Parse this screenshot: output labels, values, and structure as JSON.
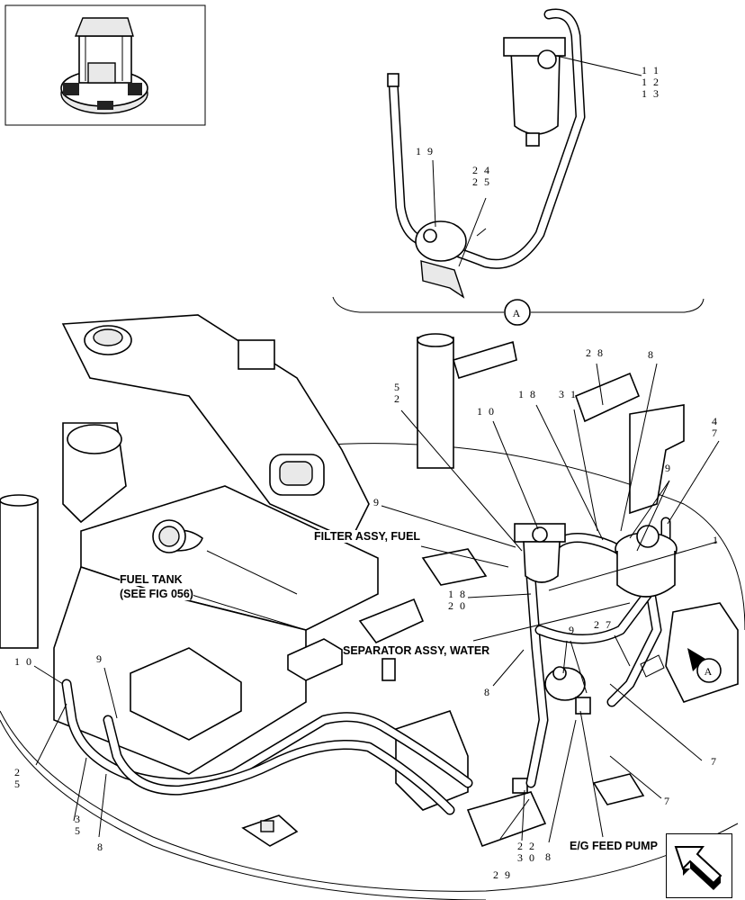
{
  "callouts": [
    {
      "id": "c11",
      "lines": [
        "11",
        "12",
        "13"
      ]
    },
    {
      "id": "c19",
      "lines": [
        "19"
      ]
    },
    {
      "id": "c24",
      "lines": [
        "24",
        "25"
      ]
    },
    {
      "id": "c28",
      "lines": [
        "28"
      ]
    },
    {
      "id": "c8a",
      "lines": [
        "8"
      ]
    },
    {
      "id": "c52",
      "lines": [
        "5",
        "2"
      ]
    },
    {
      "id": "c18a",
      "lines": [
        "18"
      ]
    },
    {
      "id": "c31",
      "lines": [
        "31"
      ]
    },
    {
      "id": "c10a",
      "lines": [
        "10"
      ]
    },
    {
      "id": "c47",
      "lines": [
        "4",
        "7"
      ]
    },
    {
      "id": "c9a",
      "lines": [
        "9"
      ]
    },
    {
      "id": "c9b",
      "lines": [
        "9"
      ]
    },
    {
      "id": "c1",
      "lines": [
        "1"
      ]
    },
    {
      "id": "c1820",
      "lines": [
        "18",
        "20"
      ]
    },
    {
      "id": "c27",
      "lines": [
        "27"
      ]
    },
    {
      "id": "c9c",
      "lines": [
        "9"
      ]
    },
    {
      "id": "c8b",
      "lines": [
        "8"
      ]
    },
    {
      "id": "c10b",
      "lines": [
        "10"
      ]
    },
    {
      "id": "c9d",
      "lines": [
        "9"
      ]
    },
    {
      "id": "c7a",
      "lines": [
        "7"
      ]
    },
    {
      "id": "c7b",
      "lines": [
        "7"
      ]
    },
    {
      "id": "c25",
      "lines": [
        "2",
        "5"
      ]
    },
    {
      "id": "c35",
      "lines": [
        "3",
        "5"
      ]
    },
    {
      "id": "c8c",
      "lines": [
        "8"
      ]
    },
    {
      "id": "c29",
      "lines": [
        "29"
      ]
    },
    {
      "id": "c2230",
      "lines": [
        "22",
        "30"
      ]
    },
    {
      "id": "c8d",
      "lines": [
        "8"
      ]
    }
  ],
  "labels": {
    "filter_assy": "FILTER ASSY, FUEL",
    "fuel_tank_1": "FUEL TANK",
    "fuel_tank_2": "(SEE FIG 056)",
    "separator_assy": "SEPARATOR ASSY, WATER",
    "feed_pump": "E/G FEED PUMP",
    "detail_a": "A",
    "view_a": "A"
  },
  "icons": {
    "thumbnail": "machine-overview-thumbnail",
    "nav": "next-page-arrow-icon"
  }
}
